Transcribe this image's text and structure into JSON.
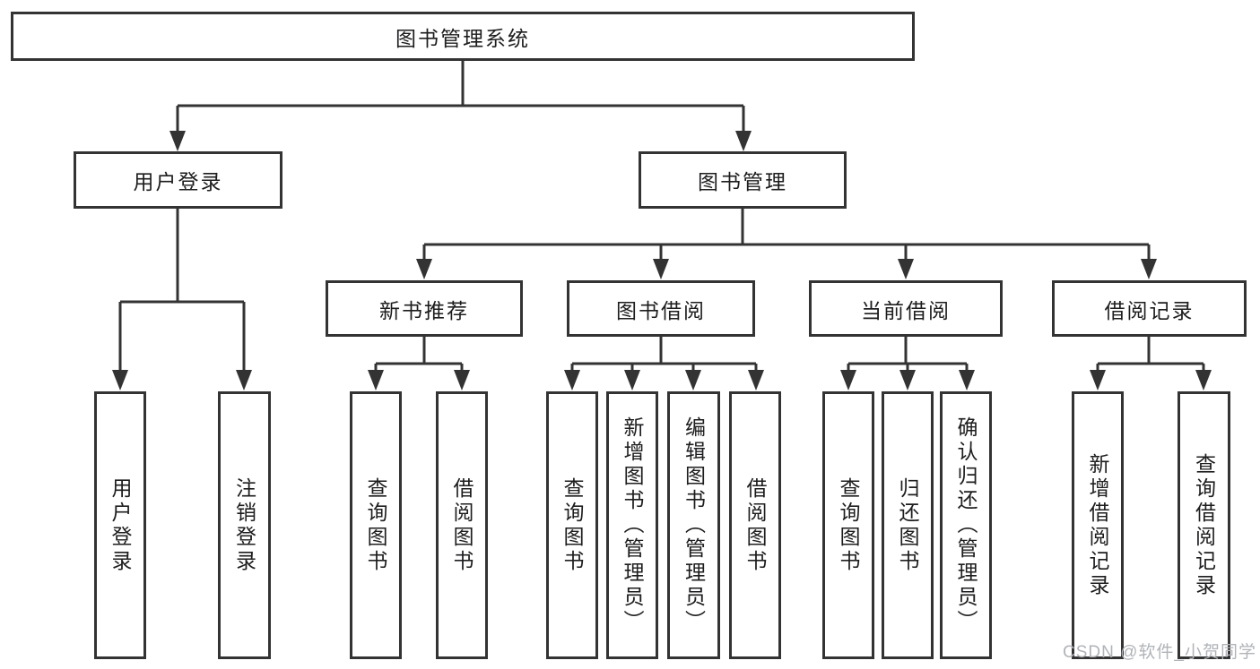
{
  "tree": {
    "root": {
      "label": "图书管理系统",
      "children": [
        {
          "label": "用户登录",
          "children": [
            {
              "label": "用户登录"
            },
            {
              "label": "注销登录"
            }
          ]
        },
        {
          "label": "图书管理",
          "children": [
            {
              "label": "新书推荐",
              "children": [
                {
                  "label": "查询图书"
                },
                {
                  "label": "借阅图书"
                }
              ]
            },
            {
              "label": "图书借阅",
              "children": [
                {
                  "label": "查询图书"
                },
                {
                  "label": "新增图书（管理员）"
                },
                {
                  "label": "编辑图书（管理员）"
                },
                {
                  "label": "借阅图书"
                }
              ]
            },
            {
              "label": "当前借阅",
              "children": [
                {
                  "label": "查询图书"
                },
                {
                  "label": "归还图书"
                },
                {
                  "label": "确认归还（管理员）"
                }
              ]
            },
            {
              "label": "借阅记录",
              "children": [
                {
                  "label": "新增借阅记录"
                },
                {
                  "label": "查询借阅记录"
                }
              ]
            }
          ]
        }
      ]
    }
  },
  "watermark": {
    "text": "CSDN @软件_小贺同学"
  },
  "colors": {
    "line": "#333333",
    "border": "#333333",
    "text": "#1d1d1f",
    "background": "#ffffff",
    "watermark": "#b0b3b8"
  }
}
